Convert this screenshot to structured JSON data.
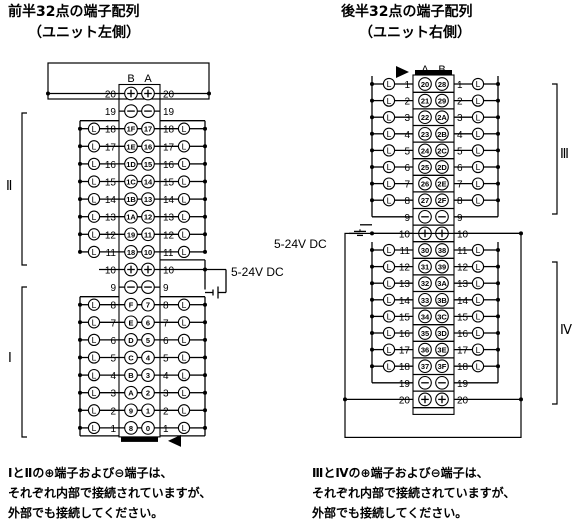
{
  "left": {
    "title_line1": "前半32点の端子配列",
    "title_line2": "（ユニット左側）",
    "header_b": "B",
    "header_a": "A",
    "label_power": "5-24V DC",
    "group_upper": "Ⅱ",
    "group_lower": "Ⅰ",
    "rows": [
      {
        "n": "20",
        "b": "+",
        "a": "+",
        "load": false
      },
      {
        "n": "19",
        "b": "−",
        "a": "−",
        "load": false
      },
      {
        "n": "18",
        "b": "1F",
        "a": "17",
        "load": true
      },
      {
        "n": "17",
        "b": "1E",
        "a": "16",
        "load": true
      },
      {
        "n": "16",
        "b": "1D",
        "a": "15",
        "load": true
      },
      {
        "n": "15",
        "b": "1C",
        "a": "14",
        "load": true
      },
      {
        "n": "14",
        "b": "1B",
        "a": "13",
        "load": true
      },
      {
        "n": "13",
        "b": "1A",
        "a": "12",
        "load": true
      },
      {
        "n": "12",
        "b": "19",
        "a": "11",
        "load": true
      },
      {
        "n": "11",
        "b": "18",
        "a": "10",
        "load": true
      },
      {
        "n": "10",
        "b": "+",
        "a": "+",
        "load": false
      },
      {
        "n": "9",
        "b": "−",
        "a": "−",
        "load": false
      },
      {
        "n": "8",
        "b": "F",
        "a": "7",
        "load": true
      },
      {
        "n": "7",
        "b": "E",
        "a": "6",
        "load": true
      },
      {
        "n": "6",
        "b": "D",
        "a": "5",
        "load": true
      },
      {
        "n": "5",
        "b": "C",
        "a": "4",
        "load": true
      },
      {
        "n": "4",
        "b": "B",
        "a": "3",
        "load": true
      },
      {
        "n": "3",
        "b": "A",
        "a": "2",
        "load": true
      },
      {
        "n": "2",
        "b": "9",
        "a": "1",
        "load": true
      },
      {
        "n": "1",
        "b": "8",
        "a": "0",
        "load": true
      }
    ],
    "note_line1": "ⅠとⅡの⊕端子および⊖端子は、",
    "note_line2": "それぞれ内部で接続されていますが、",
    "note_line3": "外部でも接続してください。"
  },
  "right": {
    "title_line1": "後半32点の端子配列",
    "title_line2": "（ユニット右側）",
    "header_a": "A",
    "header_b": "B",
    "label_power": "5-24V DC",
    "group_upper": "Ⅲ",
    "group_lower": "Ⅳ",
    "rows": [
      {
        "n": "1",
        "a": "20",
        "b": "28",
        "load": true
      },
      {
        "n": "2",
        "a": "21",
        "b": "29",
        "load": true
      },
      {
        "n": "3",
        "a": "22",
        "b": "2A",
        "load": true
      },
      {
        "n": "4",
        "a": "23",
        "b": "2B",
        "load": true
      },
      {
        "n": "5",
        "a": "24",
        "b": "2C",
        "load": true
      },
      {
        "n": "6",
        "a": "25",
        "b": "2D",
        "load": true
      },
      {
        "n": "7",
        "a": "26",
        "b": "2E",
        "load": true
      },
      {
        "n": "8",
        "a": "27",
        "b": "2F",
        "load": true
      },
      {
        "n": "9",
        "a": "−",
        "b": "−",
        "load": false
      },
      {
        "n": "10",
        "a": "+",
        "b": "+",
        "load": false
      },
      {
        "n": "11",
        "a": "30",
        "b": "38",
        "load": true
      },
      {
        "n": "12",
        "a": "31",
        "b": "39",
        "load": true
      },
      {
        "n": "13",
        "a": "32",
        "b": "3A",
        "load": true
      },
      {
        "n": "14",
        "a": "33",
        "b": "3B",
        "load": true
      },
      {
        "n": "15",
        "a": "34",
        "b": "3C",
        "load": true
      },
      {
        "n": "16",
        "a": "35",
        "b": "3D",
        "load": true
      },
      {
        "n": "17",
        "a": "36",
        "b": "3E",
        "load": true
      },
      {
        "n": "18",
        "a": "37",
        "b": "3F",
        "load": true
      },
      {
        "n": "19",
        "a": "−",
        "b": "−",
        "load": false
      },
      {
        "n": "20",
        "a": "+",
        "b": "+",
        "load": false
      }
    ],
    "note_line1": "ⅢとⅣの⊕端子および⊖端子は、",
    "note_line2": "それぞれ内部で接続されていますが、",
    "note_line3": "外部でも接続してください。"
  },
  "load_label": "L"
}
